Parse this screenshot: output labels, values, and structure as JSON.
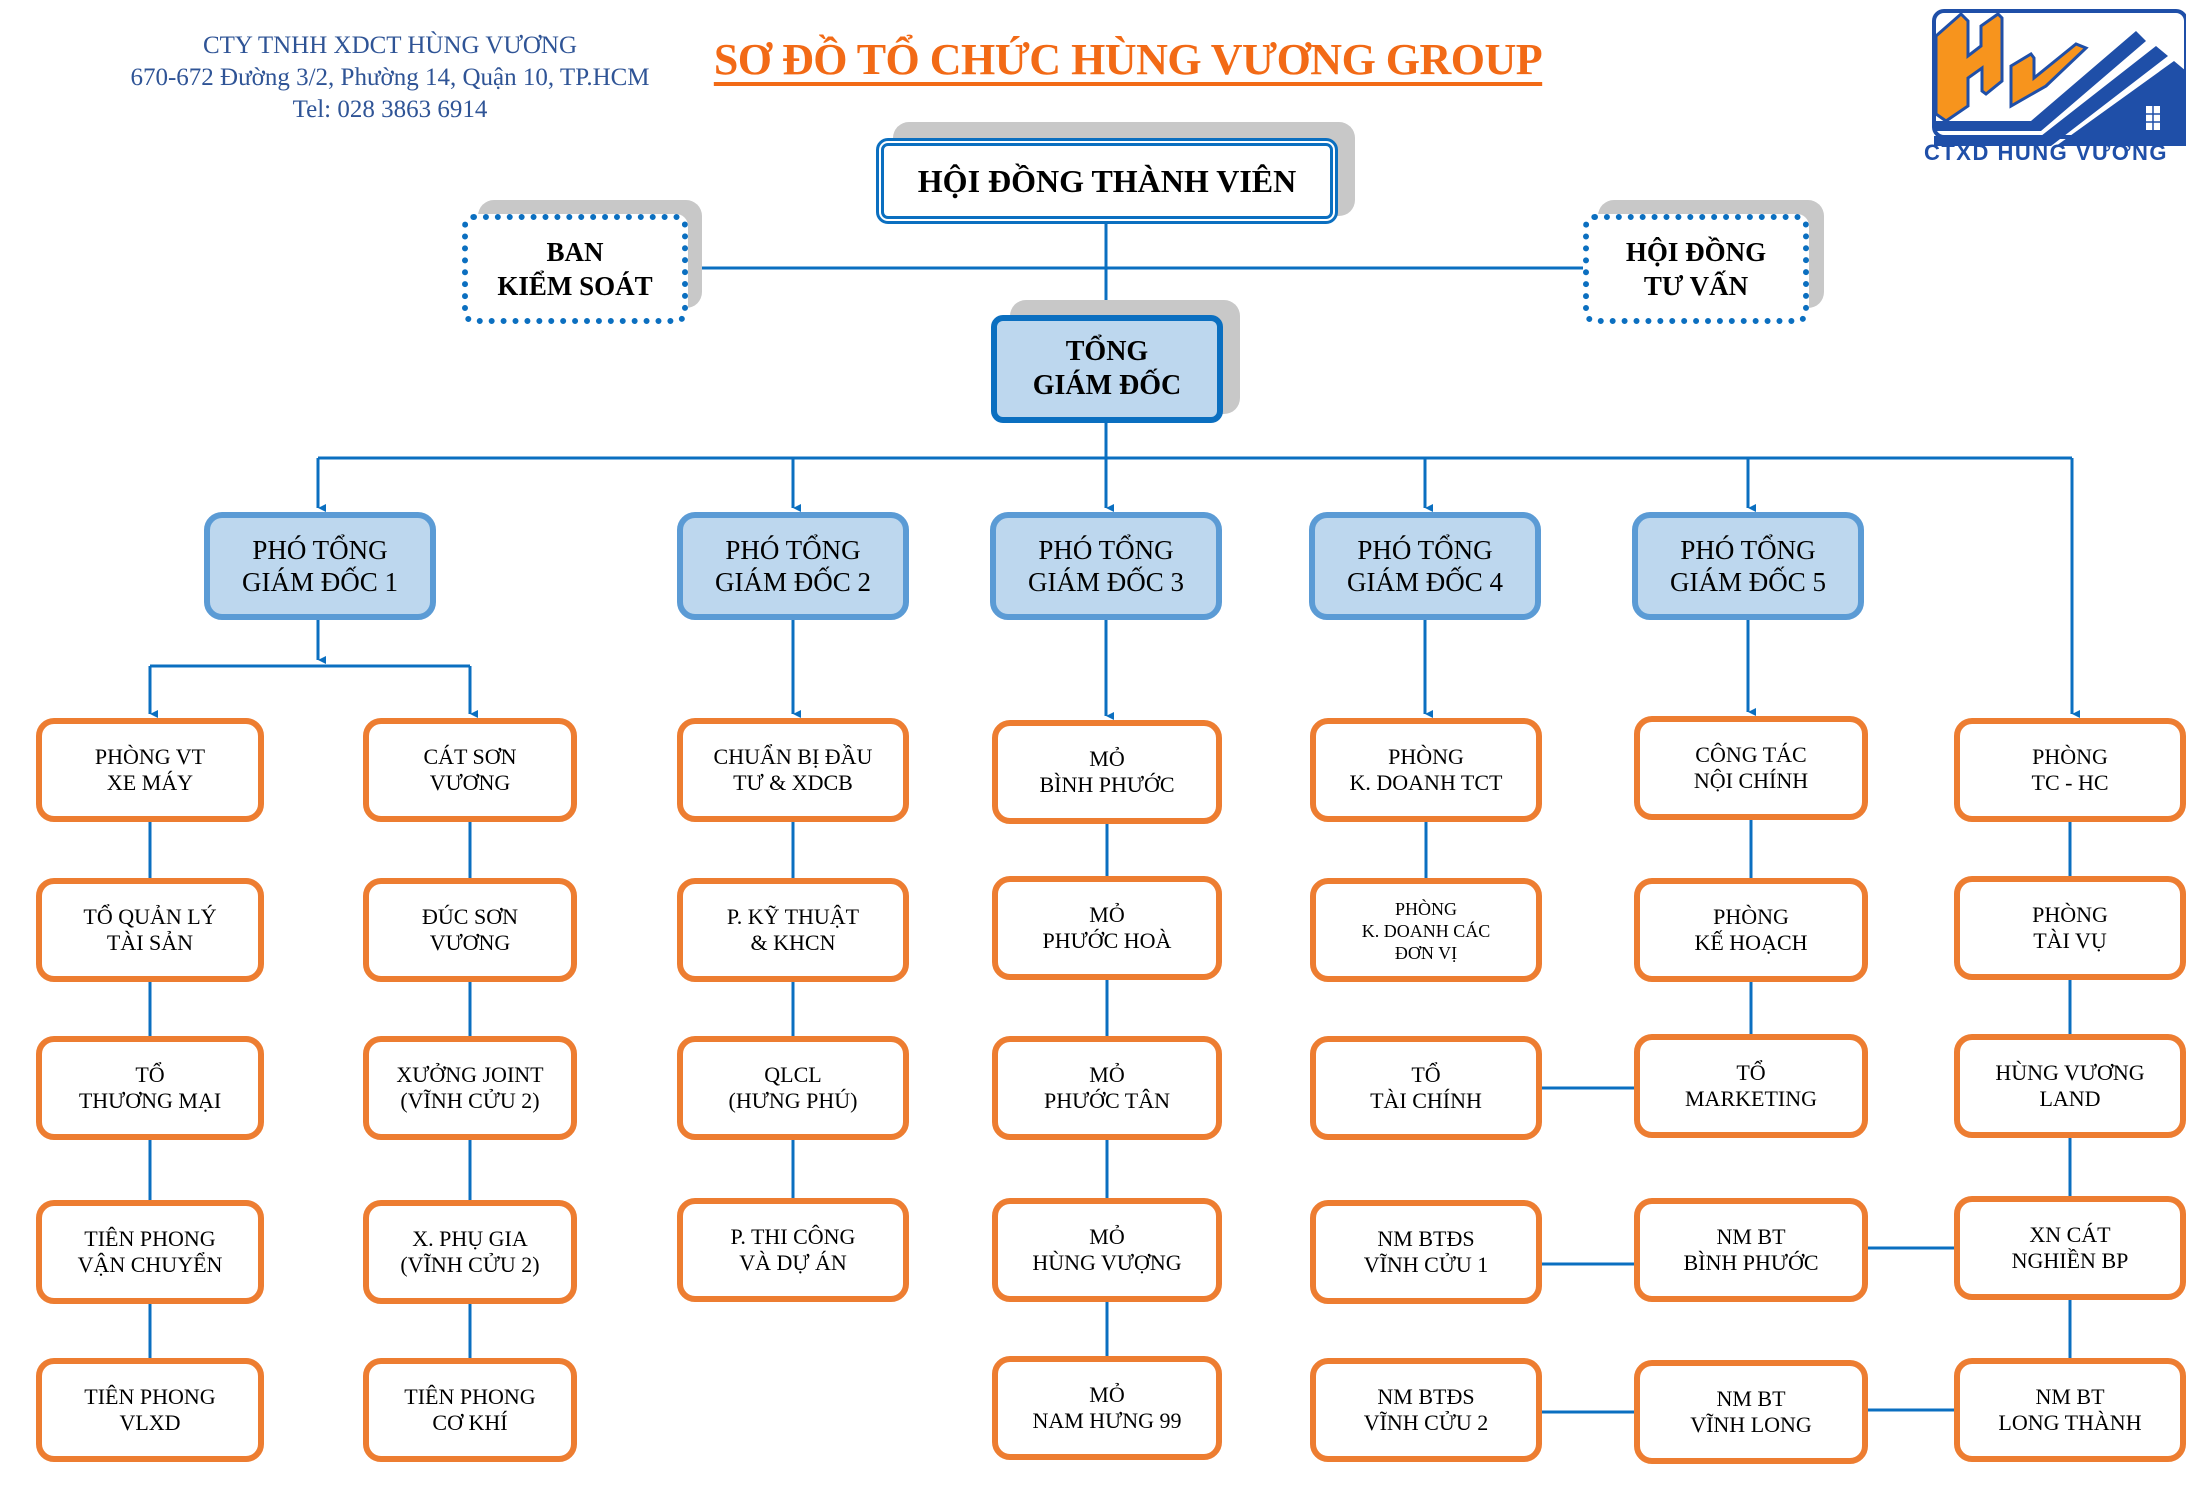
{
  "header": {
    "company_lines": [
      "CTY TNHH XDCT HÙNG VƯƠNG",
      "670-672 Đường 3/2, Phường 14, Quận 10, TP.HCM",
      "Tel: 028 3863 6914"
    ],
    "title": "SƠ ĐỒ TỔ CHỨC HÙNG VƯƠNG GROUP",
    "logo_text": "CTXD HÙNG VƯƠNG"
  },
  "colors": {
    "title_orange": "#f26a16",
    "company_blue": "#2f5496",
    "line_blue": "#0b6fc0",
    "vice_fill": "#bdd7ee",
    "vice_border": "#5b9bd5",
    "dept_border": "#ed7d31",
    "shadow_gray": "#c8c8c8",
    "logo_orange": "#f7941d",
    "logo_blue": "#1f4fa8"
  },
  "top": {
    "board": "HỘI ĐỒNG THÀNH VIÊN",
    "supervisory": "BAN\nKIỂM SOÁT",
    "advisory": "HỘI ĐỒNG\nTƯ VẤN",
    "ceo": "TỔNG\nGIÁM ĐỐC"
  },
  "vices": [
    "PHÓ TỔNG\nGIÁM ĐỐC 1",
    "PHÓ TỔNG\nGIÁM ĐỐC 2",
    "PHÓ TỔNG\nGIÁM ĐỐC 3",
    "PHÓ TỔNG\nGIÁM ĐỐC 4",
    "PHÓ TỔNG\nGIÁM ĐỐC 5"
  ],
  "columns": [
    {
      "under": "vice1-left",
      "units": [
        "PHÒNG VT\nXE MÁY",
        "TỔ QUẢN LÝ\nTÀI SẢN",
        "TỔ\nTHƯƠNG MẠI",
        "TIÊN PHONG\nVẬN CHUYỂN",
        "TIÊN PHONG\nVLXD"
      ]
    },
    {
      "under": "vice1-right",
      "units": [
        "CÁT SƠN\nVƯƠNG",
        "ĐÚC SƠN\nVƯƠNG",
        "XƯỞNG JOINT\n(VĨNH CỬU 2)",
        "X. PHỤ GIA\n(VĨNH CỬU 2)",
        "TIÊN PHONG\nCƠ KHÍ"
      ]
    },
    {
      "under": "vice2",
      "units": [
        "CHUẨN BỊ ĐẦU\nTƯ & XDCB",
        "P. KỸ THUẬT\n& KHCN",
        "QLCL\n(HƯNG PHÚ)",
        "P. THI CÔNG\nVÀ DỰ ÁN"
      ]
    },
    {
      "under": "vice3",
      "units": [
        "MỎ\nBÌNH PHƯỚC",
        "MỎ\nPHƯỚC HOÀ",
        "MỎ\nPHƯỚC TÂN",
        "MỎ\nHÙNG VƯỢNG",
        "MỎ\nNAM HƯNG 99"
      ]
    },
    {
      "under": "vice4",
      "units": [
        "PHÒNG\nK. DOANH TCT",
        "PHÒNG\nK. DOANH CÁC\nĐƠN VỊ",
        "TỔ\nTÀI CHÍNH",
        "NM BTĐS\nVĨNH CỬU 1",
        "NM BTĐS\nVĨNH CỬU 2"
      ]
    },
    {
      "under": "vice5",
      "units": [
        "CÔNG TÁC\nNỘI CHÍNH",
        "PHÒNG\nKẾ HOẠCH",
        "TỔ\nMARKETING",
        "NM BT\nBÌNH PHƯỚC",
        "NM BT\nVĨNH LONG"
      ]
    },
    {
      "under": "ceo-direct",
      "units": [
        "PHÒNG\nTC - HC",
        "PHÒNG\nTÀI VỤ",
        "HÙNG VƯƠNG\nLAND",
        "XN CÁT\nNGHIỀN BP",
        "NM BT\nLONG THÀNH"
      ]
    }
  ]
}
